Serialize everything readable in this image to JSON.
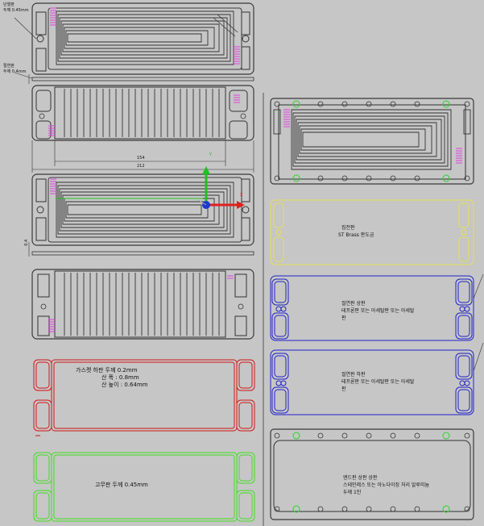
{
  "annotations": {
    "callout_thickness_top_line1": "단열판",
    "callout_thickness_top_line2": "두께 0.45mm",
    "callout_thickness_mid_line1": "절연판",
    "callout_thickness_mid_line2": "두께 0.4mm",
    "dim_inner": "154",
    "dim_outer": "212",
    "dim_side": "0.4"
  },
  "layers_left": {
    "gasket_line1": "가스켓    하판 두께 0.2mm",
    "gasket_line2": "산 폭 : 0.8mm",
    "gasket_line3": "산 높이 : 0.64mm",
    "rubber_line1": "고무판    두께 0.45mm"
  },
  "layers_right": {
    "yellow_line1": "집전판",
    "yellow_line2": "ST Brass 판도금",
    "blue1_line1": "절연판 상판",
    "blue1_line2": "테프론판 또는 아세탈판 또는 아세탈",
    "blue1_line3": "판",
    "blue2_line1": "절연판 하판",
    "blue2_line2": "테프론판 또는 아세탈판 또는 아세탈",
    "blue2_line3": "판",
    "end_line1": "엔드판 상판 상판",
    "end_line2": "스테인레스 또는 아노다이징 처리 알루미늄",
    "end_line3": "두께 1인"
  },
  "gizmo": {
    "x_axis": "X",
    "y_axis": "Y"
  },
  "colors": {
    "background": "#c6c6c6",
    "part_outline": "#3a3a3a",
    "accent_pink": "#e040e0",
    "gasket": "#d01818",
    "rubber": "#44dd22",
    "current_collector": "#e6e052",
    "insulator": "#2222cc",
    "axis_x": "#e02020",
    "axis_y": "#20c020",
    "axis_z": "#1a3acc"
  }
}
